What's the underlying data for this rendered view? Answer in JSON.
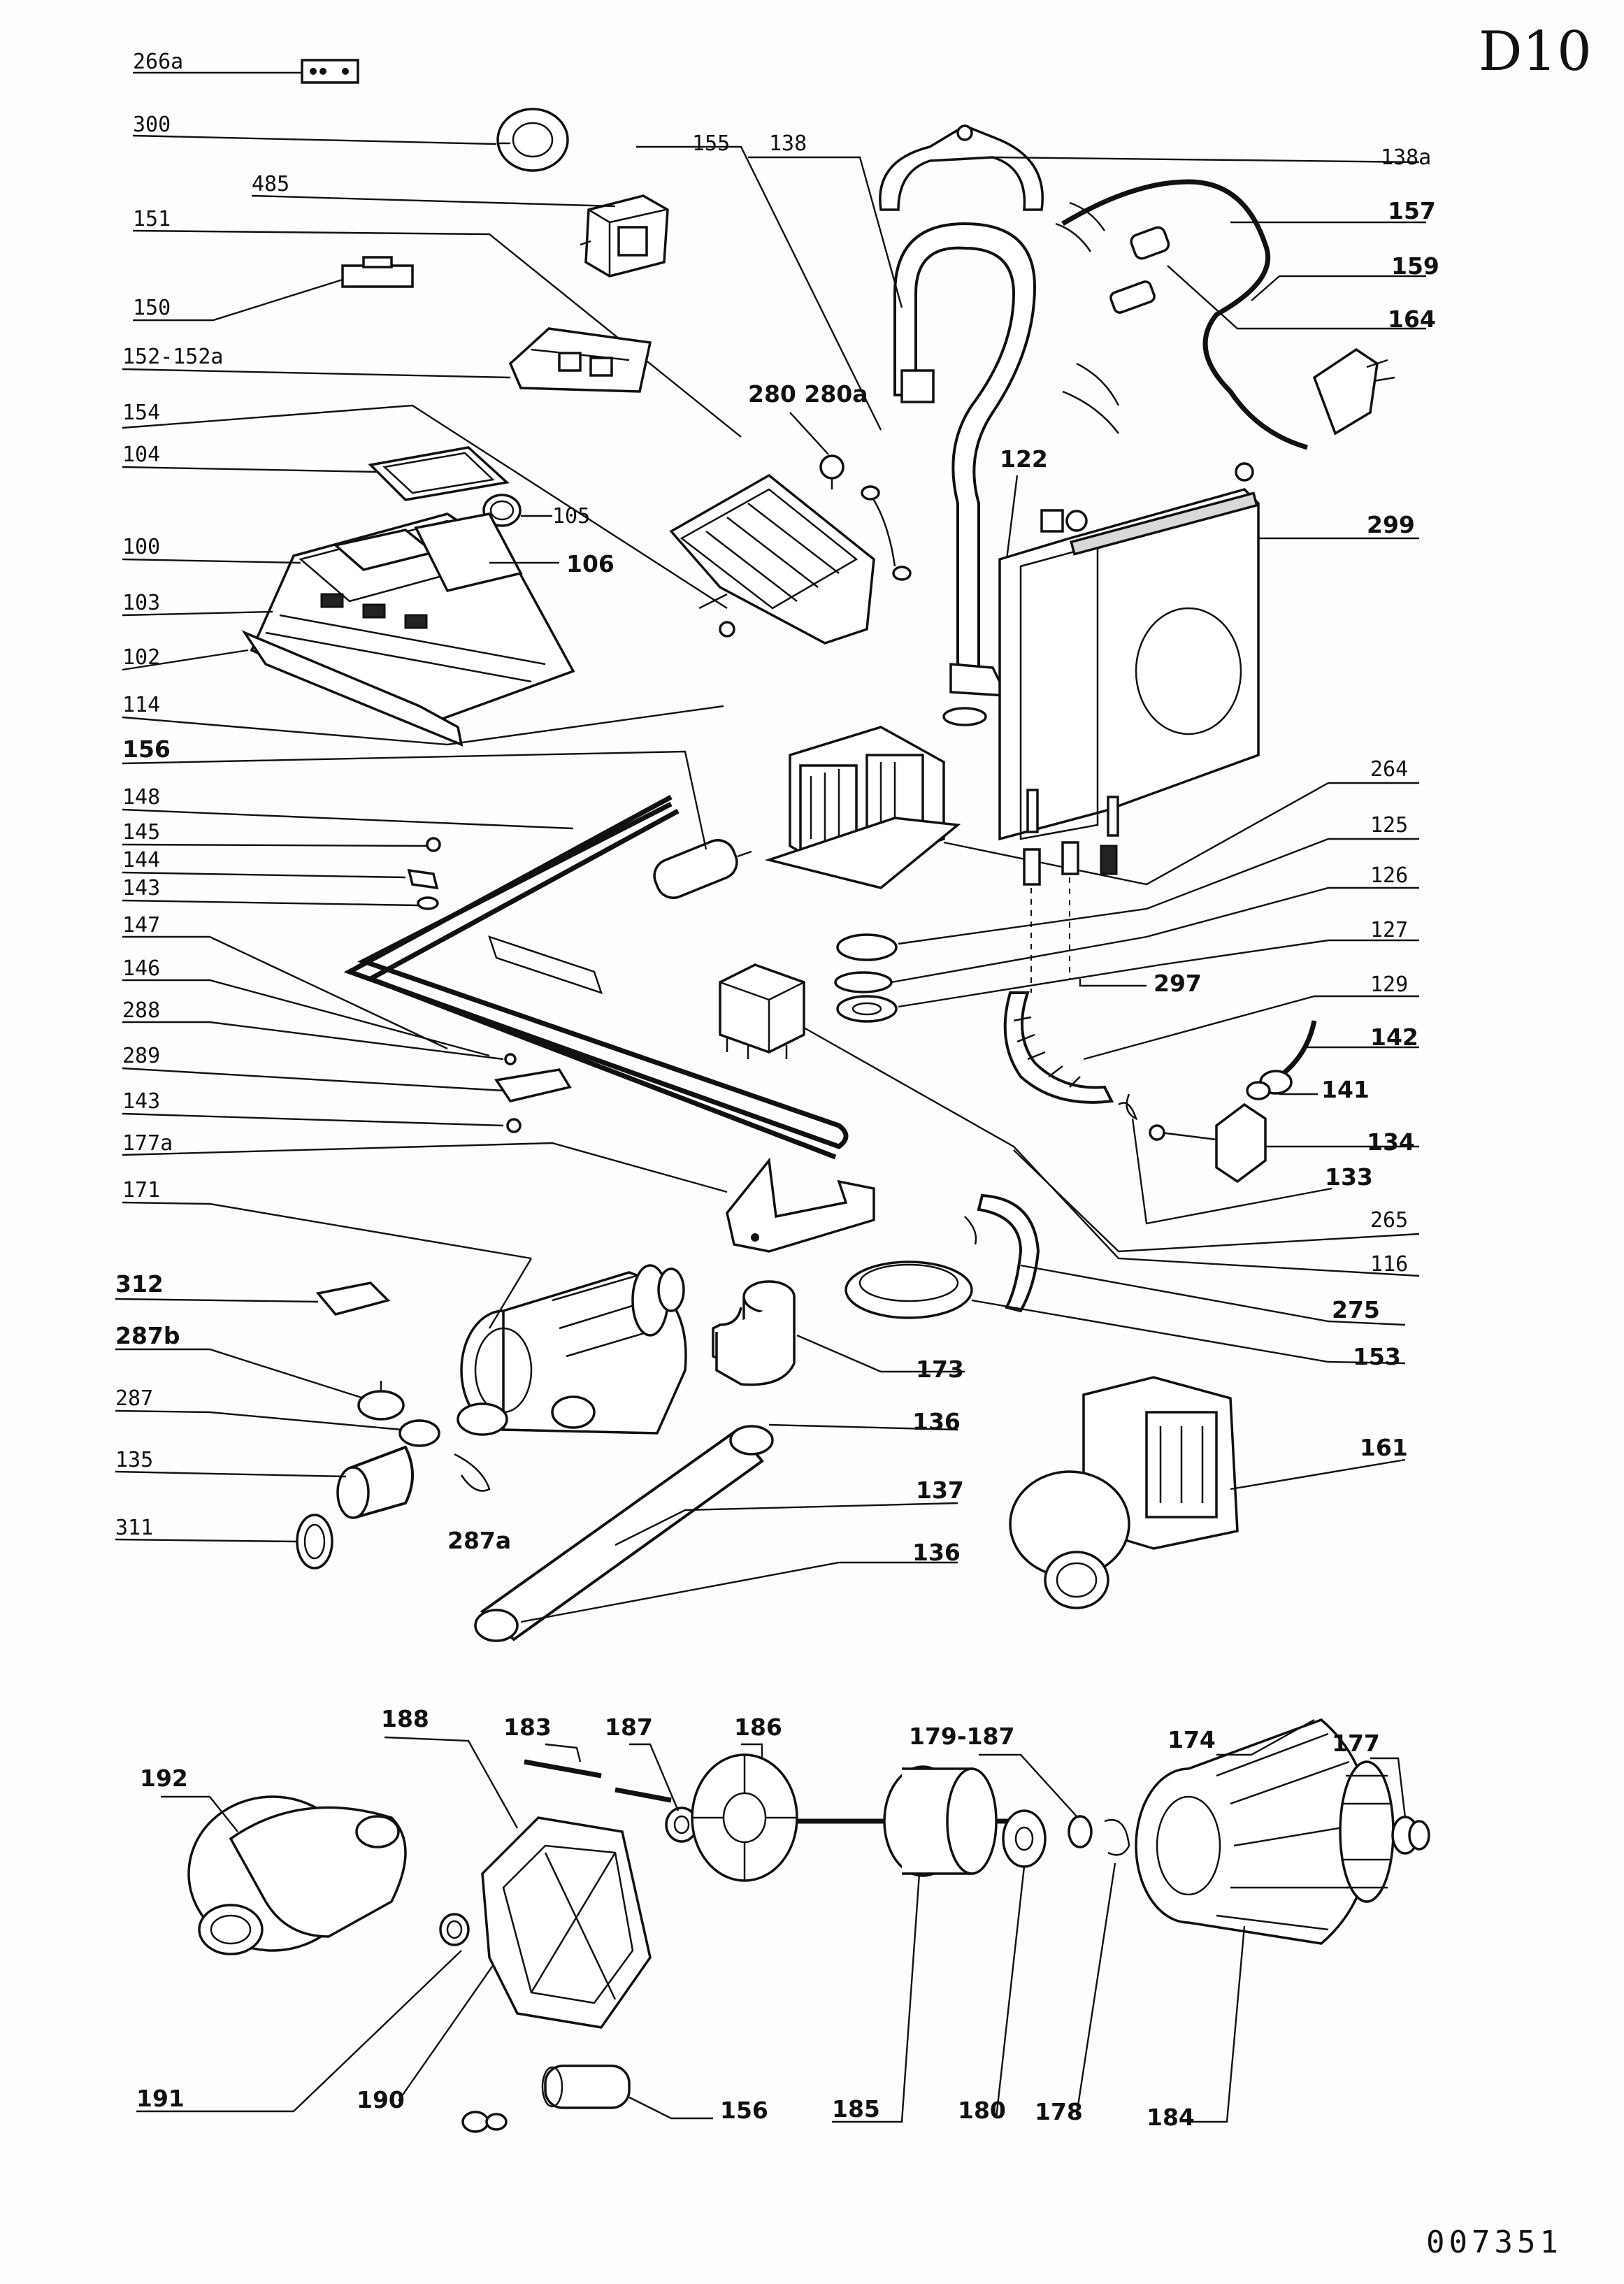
{
  "sheet": {
    "id": "D10",
    "doc_number": "007351"
  },
  "callouts": {
    "p266a": "266a",
    "p300": "300",
    "p485": "485",
    "p151": "151",
    "p150": "150",
    "p152": "152-152a",
    "p154": "154",
    "p104": "104",
    "p105": "105",
    "p106": "106",
    "p100": "100",
    "p103": "103",
    "p102": "102",
    "p114": "114",
    "p156a": "156",
    "p148": "148",
    "p145": "145",
    "p144": "144",
    "p143a": "143",
    "p147": "147",
    "p146": "146",
    "p288": "288",
    "p289": "289",
    "p143b": "143",
    "p177a": "177a",
    "p171": "171",
    "p312": "312",
    "p287b": "287b",
    "p287": "287",
    "p135": "135",
    "p311": "311",
    "p287a": "287a",
    "p155": "155",
    "p138": "138",
    "p138a": "138a",
    "p157": "157",
    "p159": "159",
    "p164": "164",
    "p280": "280 280a",
    "p122": "122",
    "p299": "299",
    "p264": "264",
    "p125": "125",
    "p126": "126",
    "p127": "127",
    "p297": "297",
    "p129": "129",
    "p142": "142",
    "p141": "141",
    "p134": "134",
    "p133": "133",
    "p265": "265",
    "p116": "116",
    "p275": "275",
    "p153": "153",
    "p173": "173",
    "p136a": "136",
    "p137": "137",
    "p136b": "136",
    "p161": "161",
    "p192": "192",
    "p188": "188",
    "p183": "183",
    "p187": "187",
    "p186": "186",
    "p179": "179-187",
    "p174": "174",
    "p177": "177",
    "p191": "191",
    "p190": "190",
    "p156b": "156",
    "p185": "185",
    "p180": "180",
    "p178": "178",
    "p184": "184"
  },
  "colors": {
    "ink": "#111111",
    "paper": "#fdfdfb",
    "shade": "#d9d9d9"
  }
}
